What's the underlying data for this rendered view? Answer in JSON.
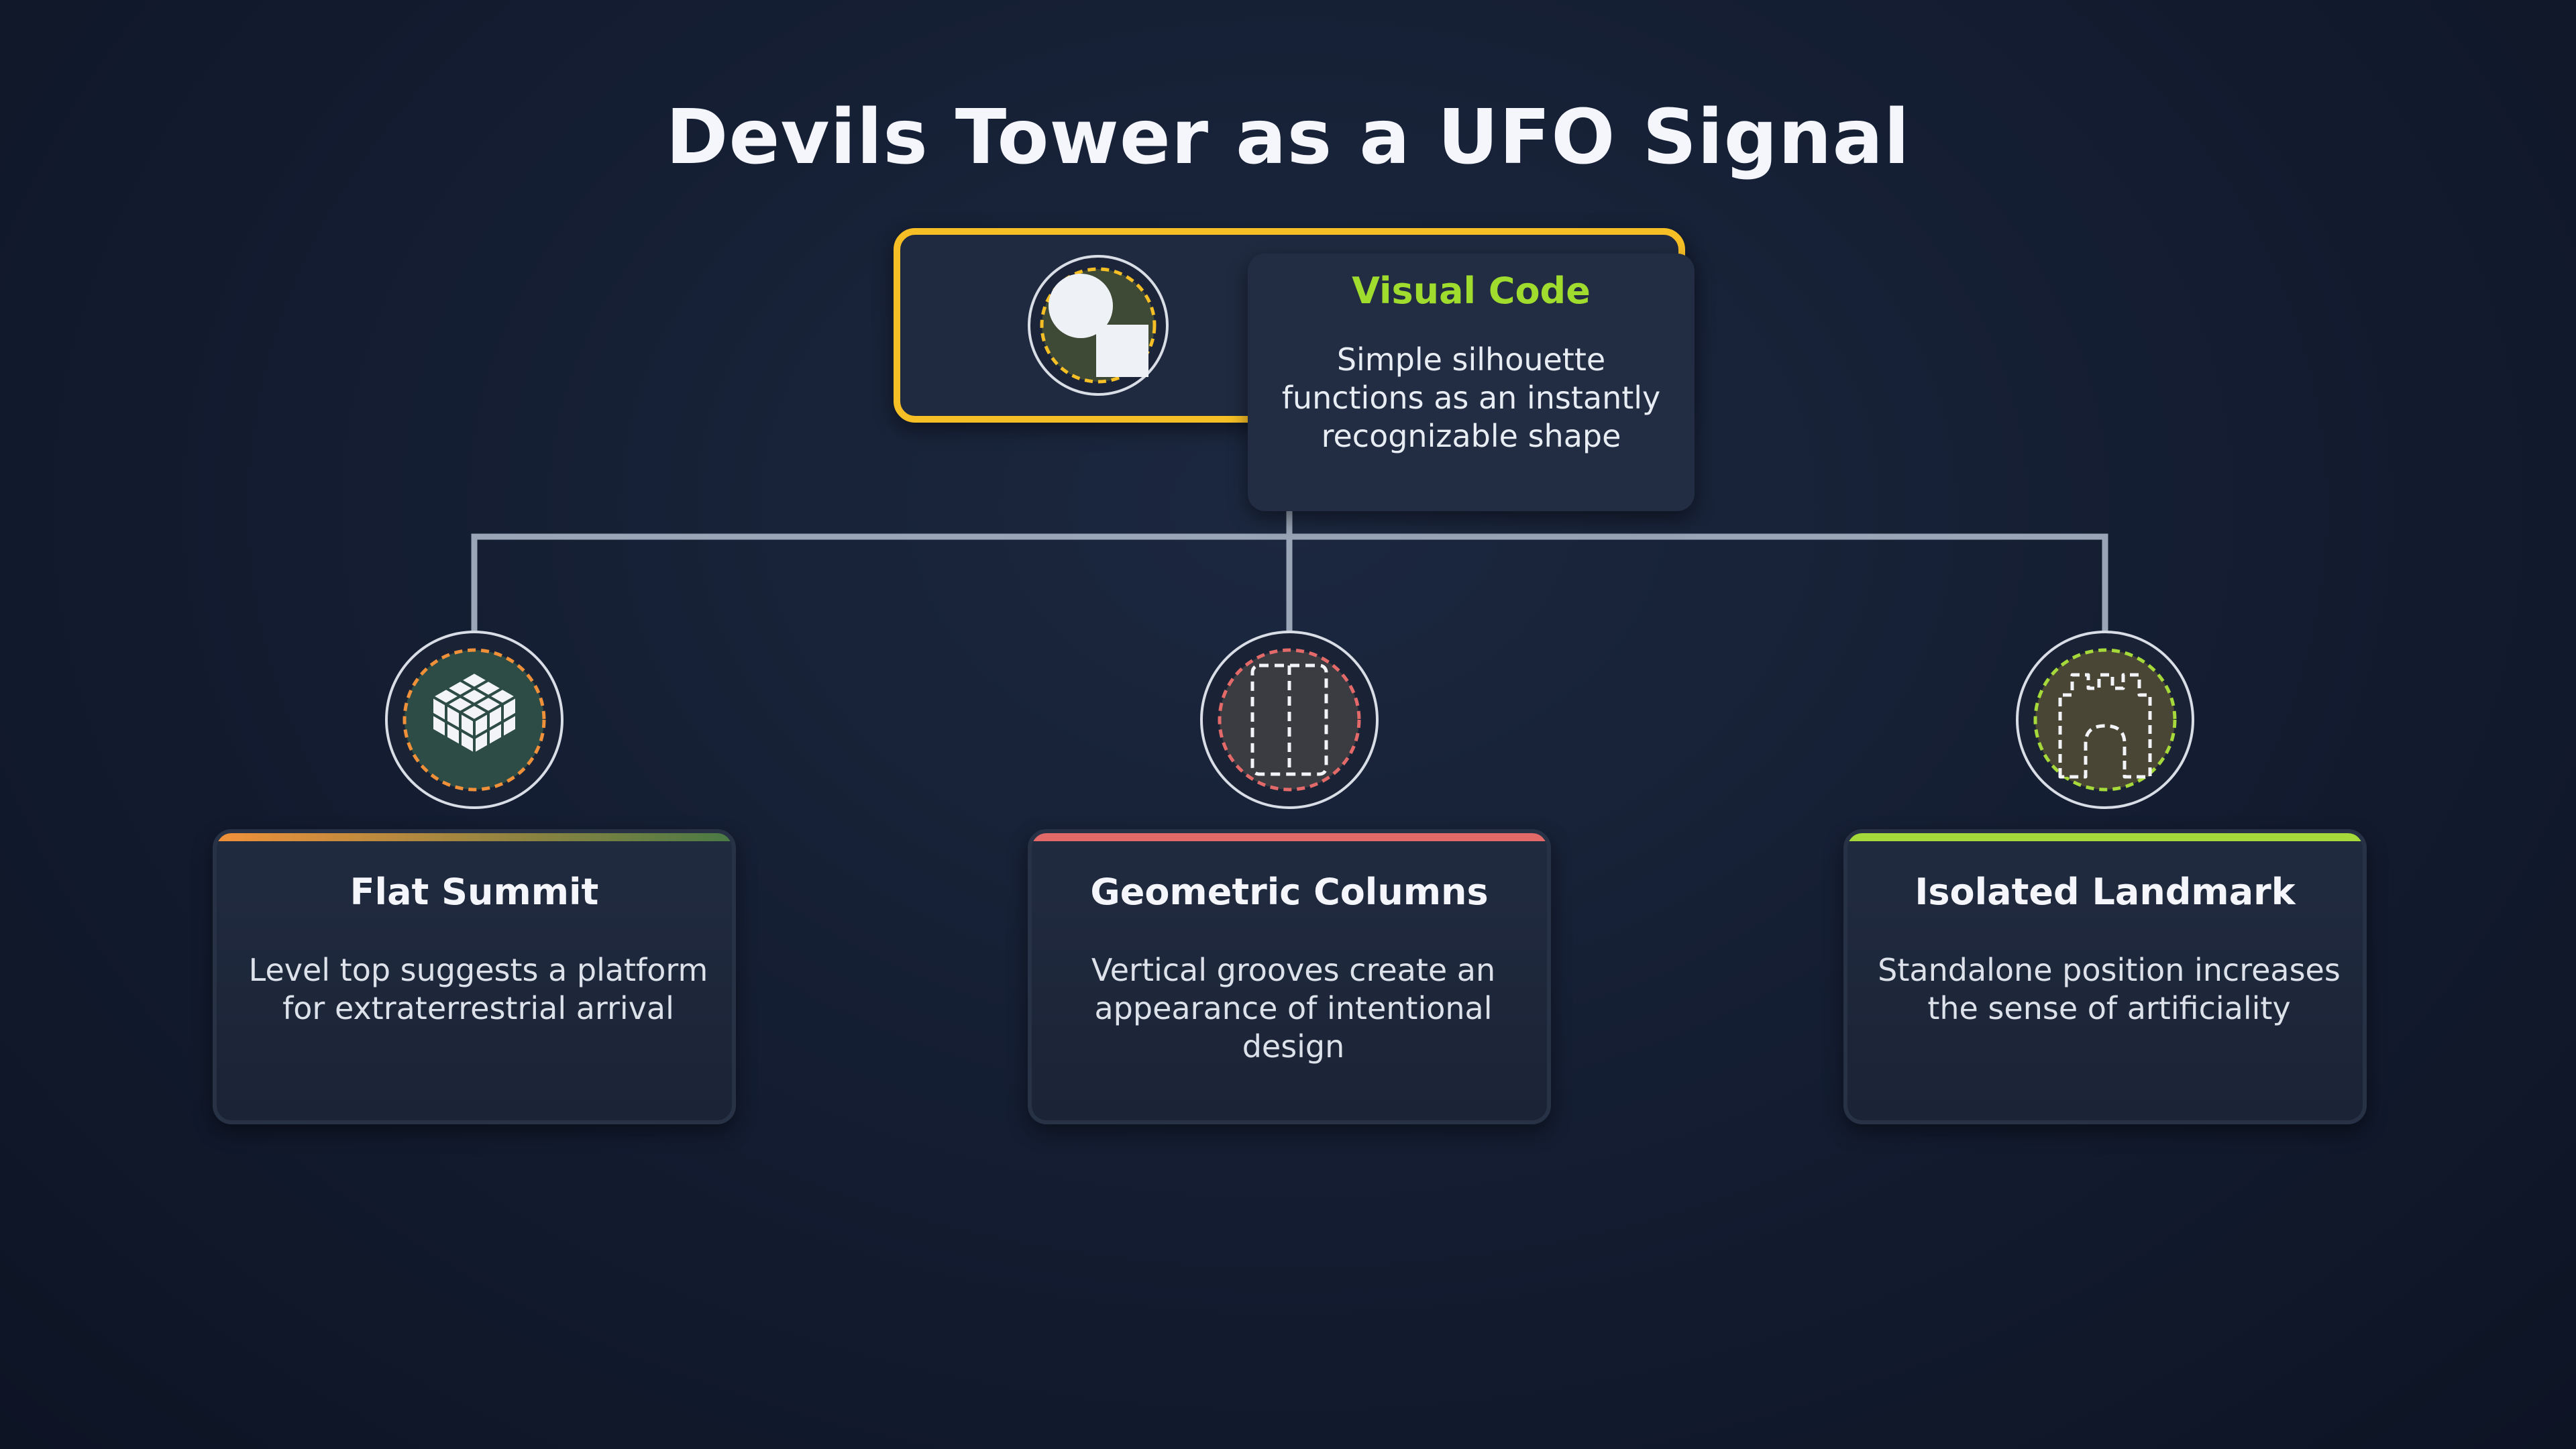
{
  "title": "Devils Tower as a UFO Signal",
  "root": {
    "heading": "Visual Code",
    "description": "Simple silhouette functions as an instantly recognizable shape",
    "icon": "circle-square-shapes-icon",
    "accent_color": "#f6bf26",
    "heading_color": "#9fdc2e"
  },
  "children": [
    {
      "title": "Flat Summit",
      "description": "Level top suggests a platform for extraterrestrial arrival",
      "icon": "grid-platform-icon",
      "accent_color": "#f0913a"
    },
    {
      "title": "Geometric Columns",
      "description": "Vertical grooves create an appearance of intentional design",
      "icon": "columns-icon",
      "accent_color": "#e46a6a"
    },
    {
      "title": "Isolated Landmark",
      "description": "Standalone position increases the sense of artificiality",
      "icon": "tower-icon",
      "accent_color": "#a6d93a"
    }
  ]
}
